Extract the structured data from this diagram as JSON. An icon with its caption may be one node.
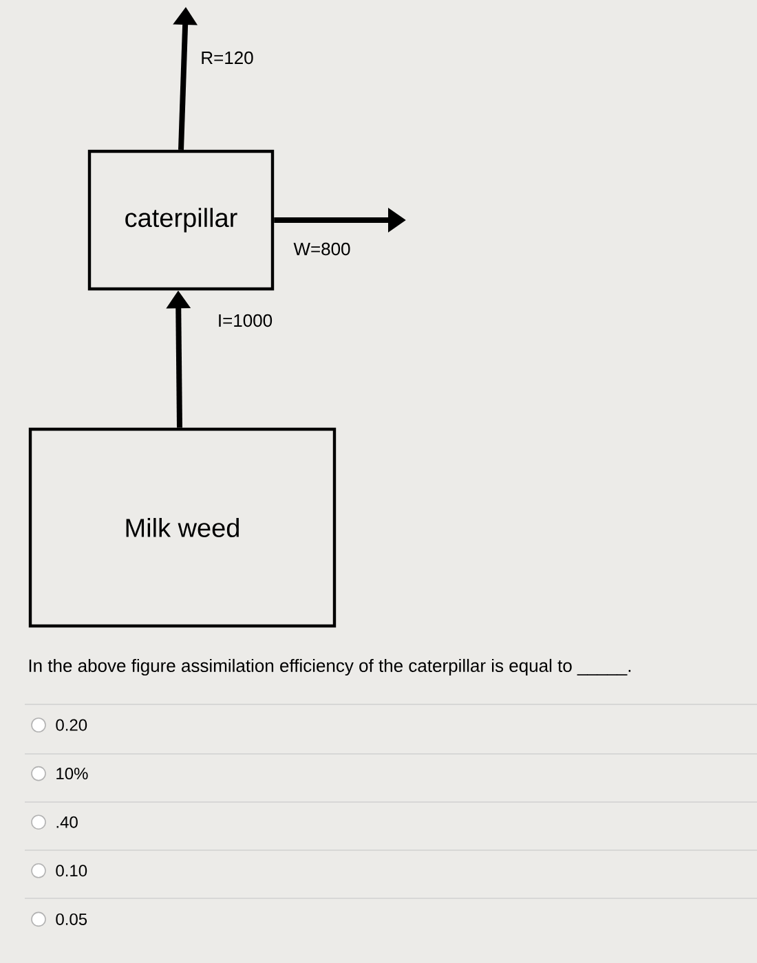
{
  "diagram": {
    "nodes": [
      {
        "text": [
          "caterpillar"
        ]
      },
      {
        "text": [
          "Milk weed"
        ]
      }
    ],
    "edges": [
      {
        "from": 0,
        "to": null,
        "arrow": "to",
        "label": "R=120"
      },
      {
        "from": 0,
        "to": null,
        "arrow": "to",
        "label": "W=800"
      },
      {
        "from": 1,
        "to": 0,
        "arrow": "to",
        "label": "I=1000"
      }
    ],
    "labels": [
      "In the above figure assimilation efficiency of the caterpillar is equal to _____.",
      "0.20",
      "10%",
      ".40",
      "0.10",
      "0.05"
    ]
  }
}
